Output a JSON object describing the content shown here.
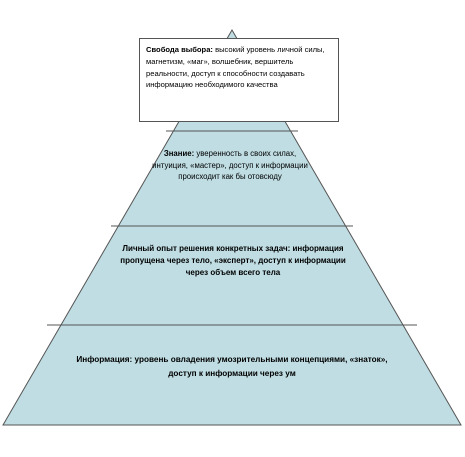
{
  "colors": {
    "fill": "#bfdde3",
    "stroke": "#555555",
    "box_background": "#ffffff"
  },
  "tiers": [
    {
      "id": "apex",
      "heading": "Свобода выбора:",
      "body": " высокий уровень личной силы, магнетизм, «маг», волшебник, вершитель реальности, доступ к способности создавать информацию необходимого качества"
    },
    {
      "id": "knowledge",
      "heading": "Знание:",
      "body": " уверенность в своих силах, интуиция, «мастер», доступ к информации происходит как бы отовсюду"
    },
    {
      "id": "experience",
      "heading": "Личный опыт решения конкретных задач:",
      "body": " информация пропущена через тело, «эксперт», доступ к информации через объем всего тела"
    },
    {
      "id": "information",
      "heading": "Информация:",
      "body": "  уровень овладения умозрительными концепциями, «знаток», доступ к информации через ум"
    }
  ]
}
